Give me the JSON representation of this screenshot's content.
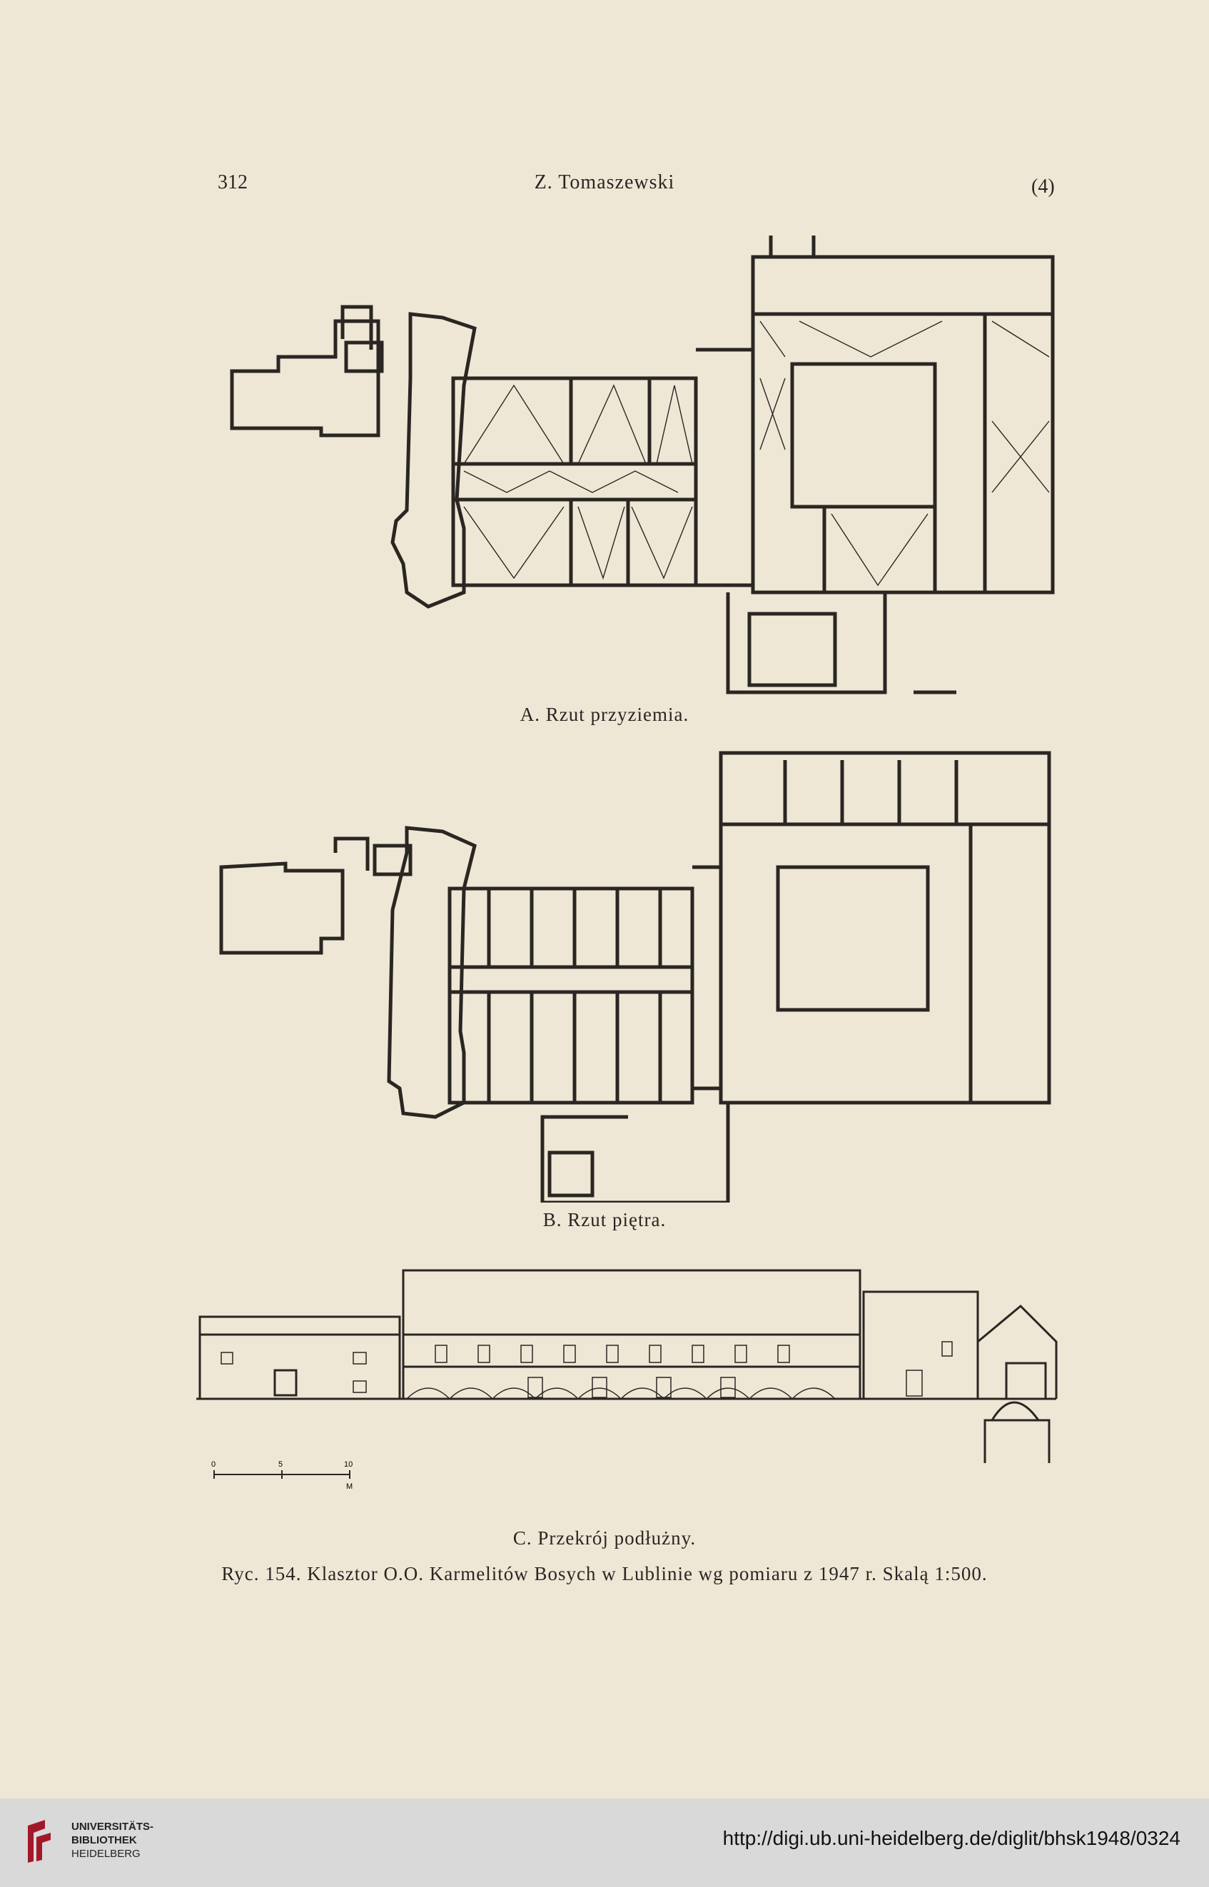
{
  "header": {
    "page_number": "312",
    "author": "Z. Tomaszewski",
    "section": "(4)"
  },
  "figures": {
    "a_caption": "A.  Rzut przyziemia.",
    "b_caption": "B.  Rzut piętra.",
    "c_caption": "C.  Przekrój podłużny.",
    "main_caption": "Ryc. 154. Klasztor O.O. Karmelitów Bosych  w Lublinie wg pomiaru z 1947 r. Skalą 1:500."
  },
  "scale_bar": {
    "ticks": [
      "0",
      "5",
      "10"
    ],
    "unit": "M"
  },
  "footer": {
    "logo_line1": "UNIVERSITÄTS-",
    "logo_line2": "BIBLIOTHEK",
    "logo_line3": "HEIDELBERG",
    "url": "http://digi.ub.uni-heidelberg.de/diglit/bhsk1948/0324"
  },
  "colors": {
    "paper": "#efe7d6",
    "ink": "#2a2622",
    "footer": "#d9d9d9",
    "logo_red": "#a3172b"
  }
}
